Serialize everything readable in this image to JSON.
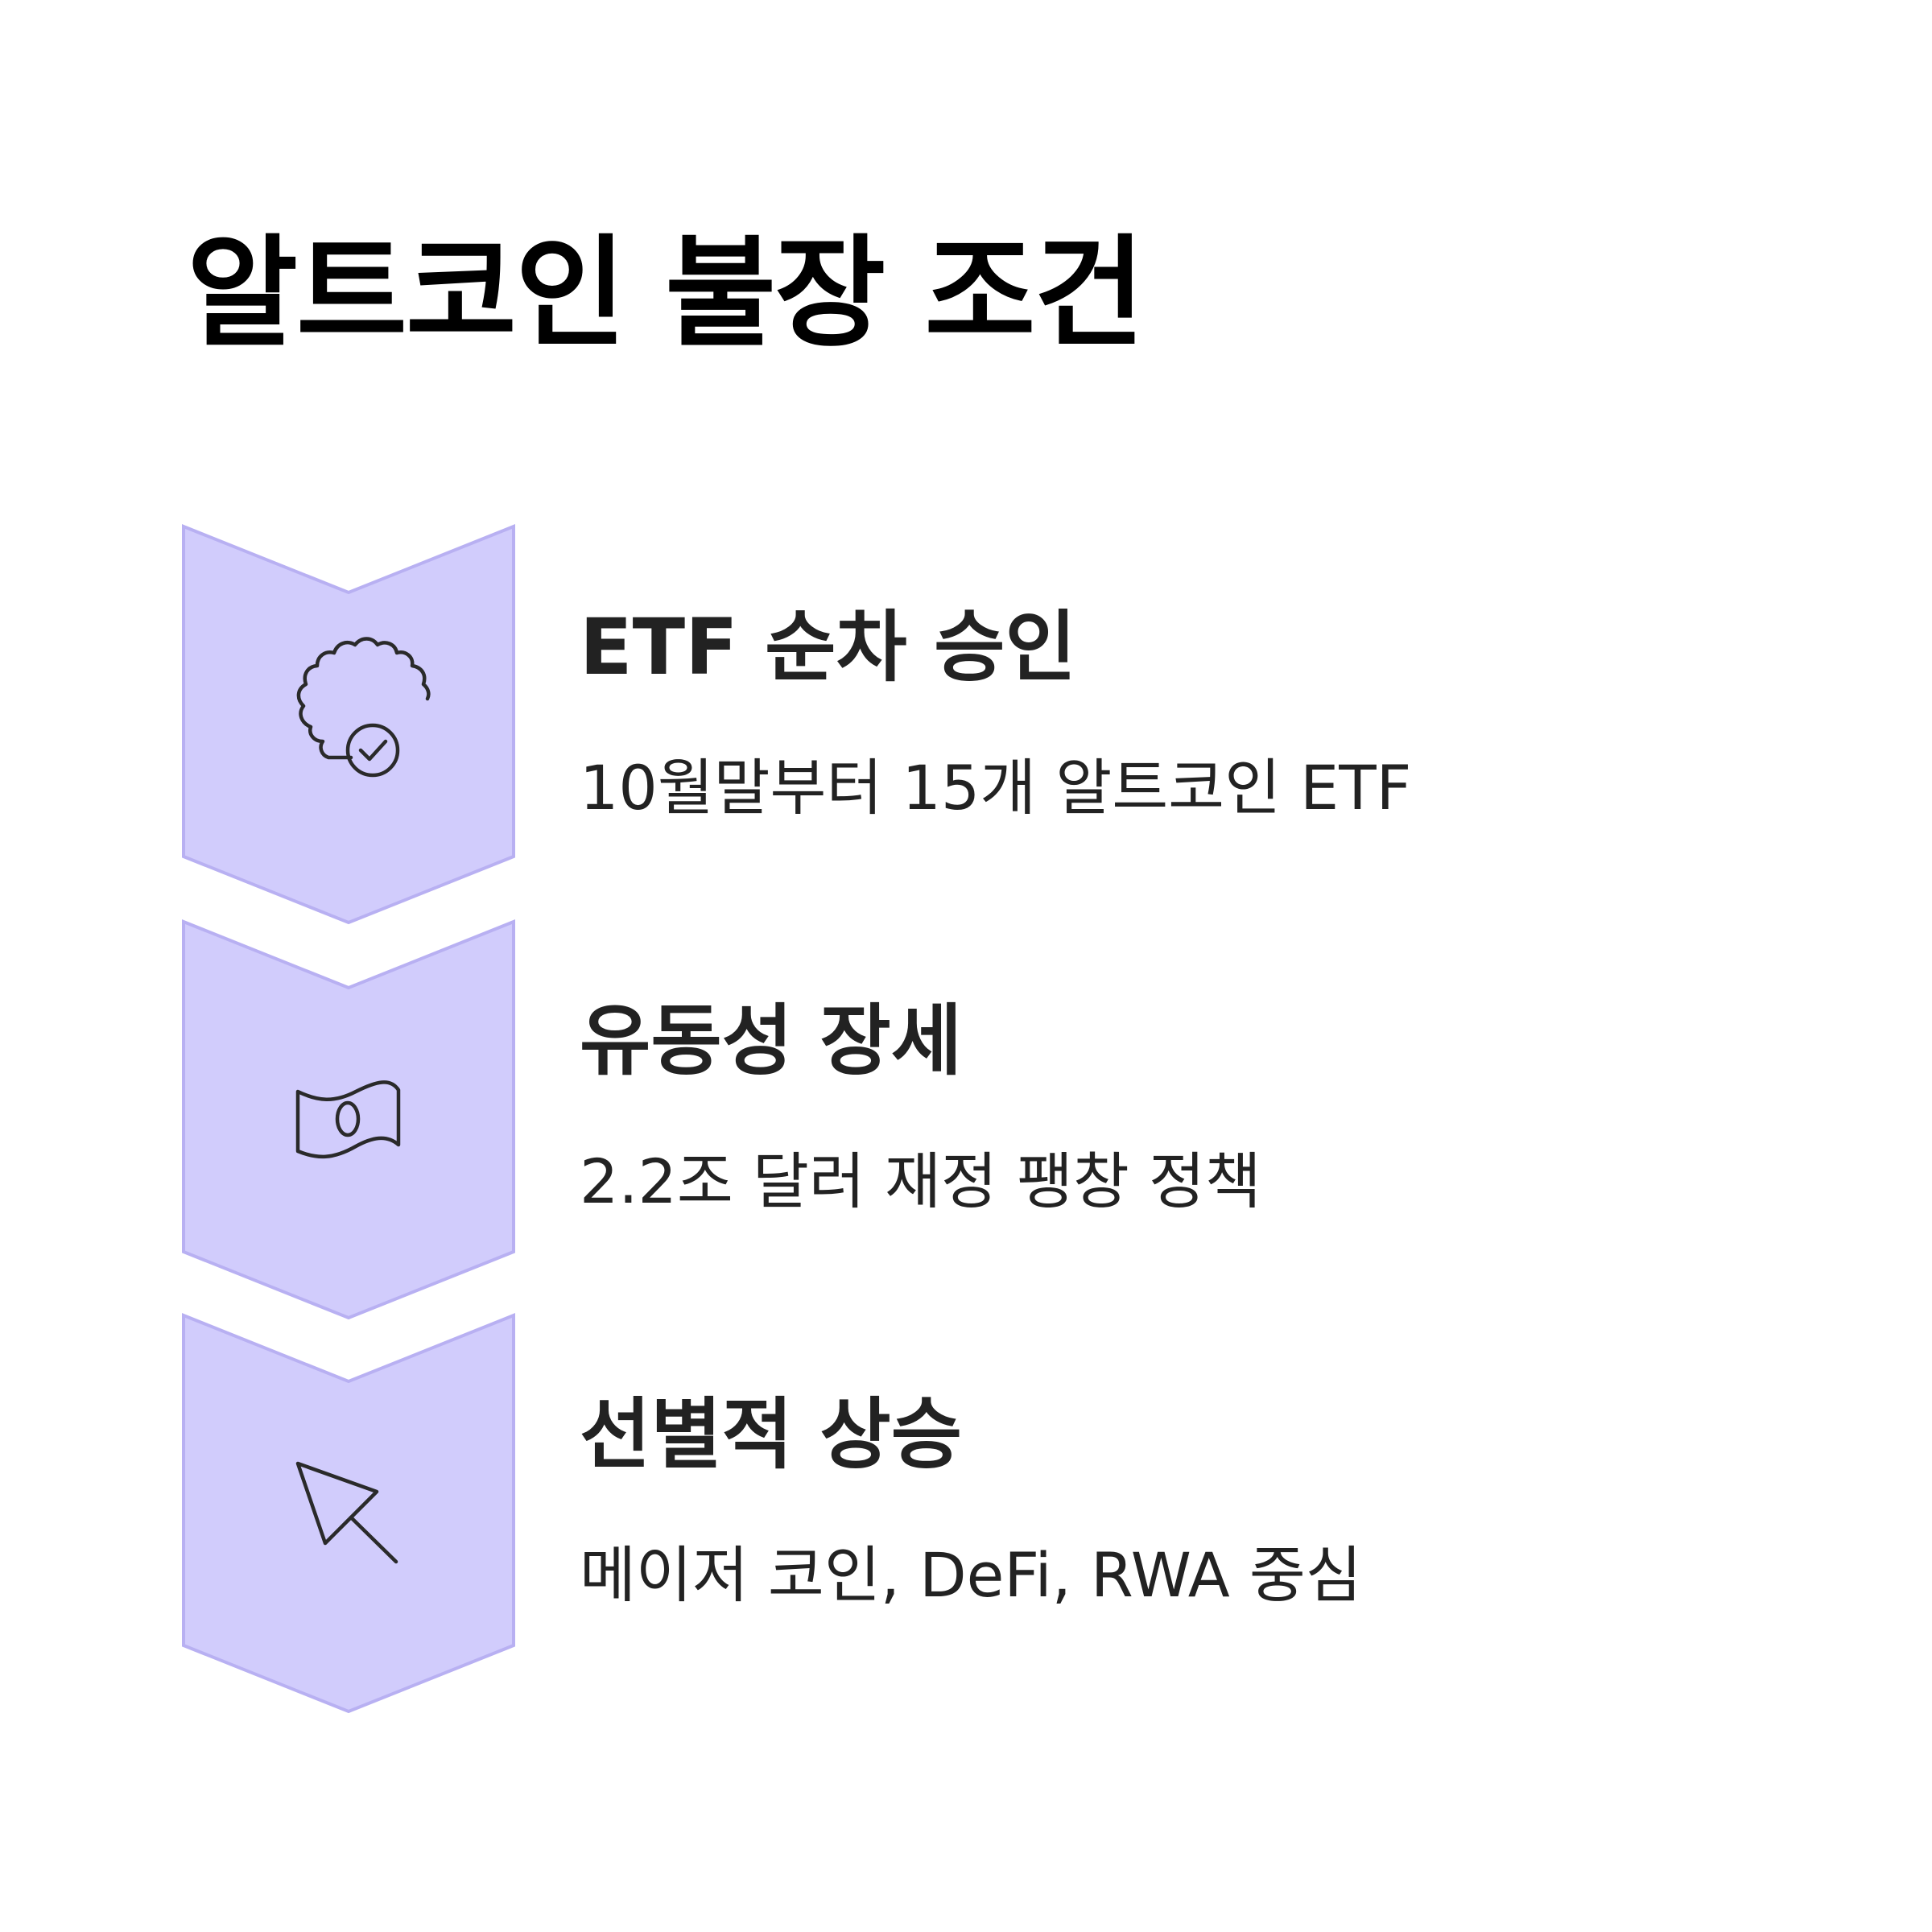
{
  "title": "알트코인 불장 조건",
  "colors": {
    "chevron_fill": "#D1CCFC",
    "chevron_stroke": "#B8B0F2",
    "icon_stroke": "#2A2A2A",
    "text": "#222222",
    "title": "#000000"
  },
  "steps": [
    {
      "title": "ETF 순차 승인",
      "description": "10월말부터 15개 알트코인 ETF",
      "icon": "badge-check-icon"
    },
    {
      "title": "유동성 장세",
      "description": "2.2조 달러 재정 팽창 정책",
      "icon": "banknote-icon"
    },
    {
      "title": "선별적 상승",
      "description": "메이저 코인, DeFi, RWA 중심",
      "icon": "cursor-arrow-icon"
    }
  ]
}
